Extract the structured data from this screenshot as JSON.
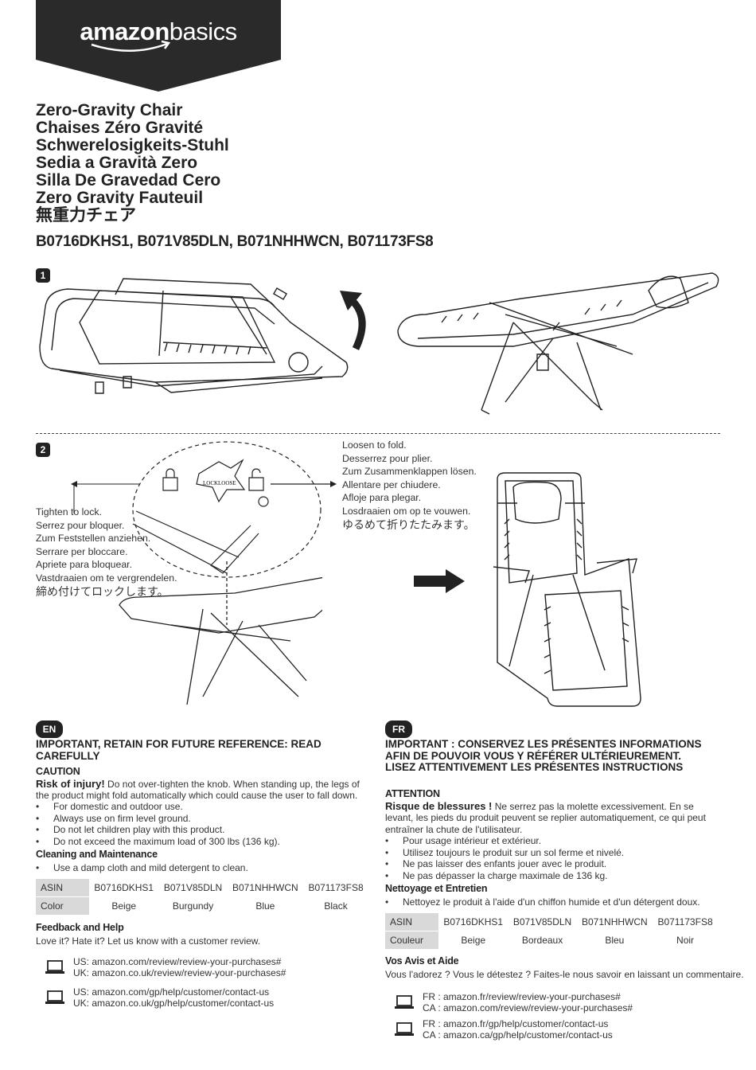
{
  "brand": {
    "logo_bold": "amazon",
    "logo_light": "basics"
  },
  "titles": [
    "Zero-Gravity Chair",
    "Chaises Zéro Gravité",
    "Schwerelosigkeits-Stuhl",
    "Sedia a Gravità Zero",
    "Silla De Gravedad Cero",
    "Zero Gravity Fauteuil",
    "無重力チェア"
  ],
  "models": "B0716DKHS1, B071V85DLN, B071NHHWCN, B071173FS8",
  "steps": {
    "s1": "1",
    "s2": "2"
  },
  "tighten": [
    "Tighten to lock.",
    "Serrez pour bloquer.",
    "Zum Feststellen anziehen.",
    "Serrare per bloccare.",
    "Apriete para bloquear.",
    "Vastdraaien om te vergrendelen.",
    "締め付けてロックします。"
  ],
  "loosen": [
    "Loosen to fold.",
    "Desserrez pour plier.",
    "Zum Zusammenklappen lösen.",
    "Allentare per chiudere.",
    "Afloje para plegar.",
    "Losdraaien om op te vouwen.",
    "ゆるめて折りたたみます。"
  ],
  "knob": {
    "lock": "LOCK",
    "loose": "LOOSE"
  },
  "en": {
    "badge": "EN",
    "important": "IMPORTANT, RETAIN FOR FUTURE REFERENCE: READ CAREFULLY",
    "caution": "CAUTION",
    "risk_bold": "Risk of injury!",
    "risk_text": " Do not over-tighten the knob. When standing up, the legs of the product might fold automatically which could cause the user to fall down.",
    "bullets": [
      "For domestic and outdoor use.",
      "Always use on firm level ground.",
      "Do not let children play with this product.",
      "Do not exceed the maximum load of 300 lbs (136 kg)."
    ],
    "cleaning_title": "Cleaning and Maintenance",
    "cleaning_bullets": [
      "Use a damp cloth and mild detergent to clean."
    ],
    "table": {
      "row1": [
        "ASIN",
        "B0716DKHS1",
        "B071V85DLN",
        "B071NHHWCN",
        "B071173FS8"
      ],
      "row2": [
        "Color",
        "Beige",
        "Burgundy",
        "Blue",
        "Black"
      ]
    },
    "feedback_title": "Feedback and Help",
    "feedback_text": "Love it? Hate it? Let us know with a customer review.",
    "links1": [
      "US: amazon.com/review/review-your-purchases#",
      "UK: amazon.co.uk/review/review-your-purchases#"
    ],
    "links2": [
      "US: amazon.com/gp/help/customer/contact-us",
      "UK: amazon.co.uk/gp/help/customer/contact-us"
    ]
  },
  "fr": {
    "badge": "FR",
    "important": "IMPORTANT : CONSERVEZ LES PRÉSENTES INFORMATIONS AFIN DE POUVOIR VOUS Y RÉFÉRER ULTÉRIEUREMENT. LISEZ ATTENTIVEMENT LES PRÉSENTES INSTRUCTIONS",
    "caution": "ATTENTION",
    "risk_bold": "Risque de blessures !",
    "risk_text": " Ne serrez pas la molette excessivement. En se levant, les pieds du produit peuvent se replier automatiquement, ce qui peut entraîner la chute de l'utilisateur.",
    "bullets": [
      "Pour usage intérieur et extérieur.",
      "Utilisez toujours le produit sur un sol ferme et nivelé.",
      "Ne pas laisser des enfants jouer avec le produit.",
      "Ne pas dépasser la charge maximale de 136 kg."
    ],
    "cleaning_title": "Nettoyage et Entretien",
    "cleaning_bullets": [
      "Nettoyez le produit à l'aide d'un chiffon humide et d'un détergent doux."
    ],
    "table": {
      "row1": [
        "ASIN",
        "B0716DKHS1",
        "B071V85DLN",
        "B071NHHWCN",
        "B071173FS8"
      ],
      "row2": [
        "Couleur",
        "Beige",
        "Bordeaux",
        "Bleu",
        "Noir"
      ]
    },
    "feedback_title": "Vos Avis et Aide",
    "feedback_text": "Vous l'adorez ? Vous le détestez ? Faites-le nous savoir en laissant un commentaire.",
    "links1": [
      "FR : amazon.fr/review/review-your-purchases#",
      "CA : amazon.com/review/review-your-purchases#"
    ],
    "links2": [
      "FR : amazon.fr/gp/help/customer/contact-us",
      "CA : amazon.ca/gp/help/customer/contact-us"
    ]
  }
}
